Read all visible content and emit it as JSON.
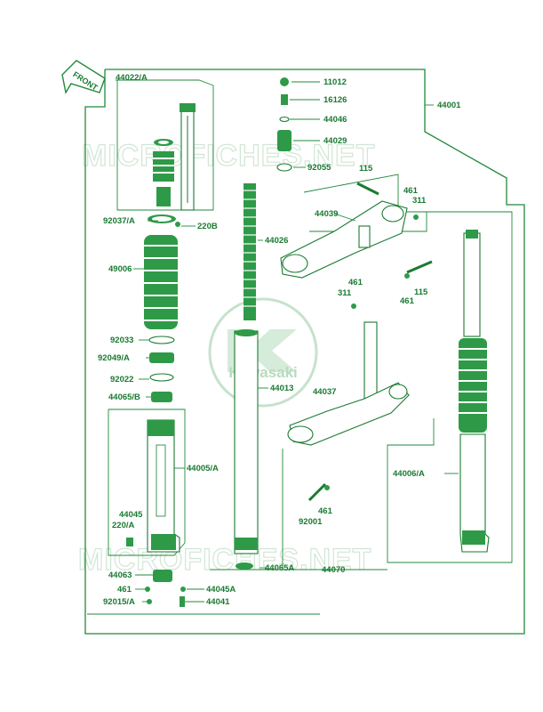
{
  "diagram": {
    "colors": {
      "line": "#1f8a3a",
      "part": "#2e9a48",
      "watermark": "#d2e6d6",
      "background": "#ffffff"
    },
    "front_label": "FRONT",
    "watermark_text": "MICROFICHES.NET",
    "logo_text": "Kawasaki",
    "labels": {
      "p44022A": "44022/A",
      "p11012": "11012",
      "p16126": "16126",
      "p44046": "44046",
      "p44001": "44001",
      "p44029": "44029",
      "p92055": "92055",
      "p115a": "115",
      "p461a": "461",
      "p311a": "311",
      "p44039": "44039",
      "p92037A": "92037/A",
      "p220B": "220B",
      "p44026": "44026",
      "p49006": "49006",
      "p461b": "461",
      "p311b": "311",
      "p115b": "115",
      "p461c": "461",
      "p92033": "92033",
      "p92049A": "92049/A",
      "p92022": "92022",
      "p44065B": "44065/B",
      "p44013": "44013",
      "p44037": "44037",
      "p44005A": "44005/A",
      "p44006A": "44006/A",
      "p44045": "44045",
      "p220A": "220/A",
      "p461d": "461",
      "p92001": "92001",
      "p44065A": "44065A",
      "p44070": "44070",
      "p44063": "44063",
      "p461e": "461",
      "p44045A": "44045A",
      "p92015A": "92015/A",
      "p44041": "44041"
    }
  }
}
